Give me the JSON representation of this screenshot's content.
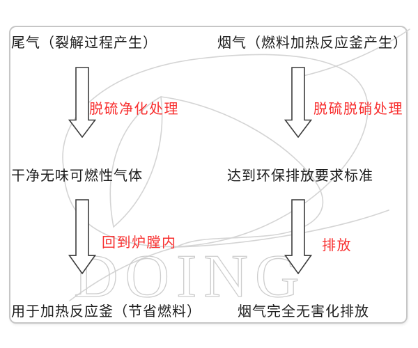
{
  "diagram": {
    "watermark_text": "DOING",
    "colors": {
      "node_text": "#1c1c1c",
      "process_label": "#f82f2f",
      "border": "#c6c6c6",
      "watermark": "#d4d4d4",
      "arrow_outline": "#3c3c3c"
    },
    "columns": {
      "left": {
        "source": "尾气（裂解过程产生）",
        "process1": "脱硫净化处理",
        "intermediate": "干净无味可燃性气体",
        "process2": "回到炉膛内",
        "result": "用于加热反应釜（节省燃料）"
      },
      "right": {
        "source": "烟气（燃料加热反应釜产生）",
        "process1": "脱硫脱硝处理",
        "intermediate": "达到环保排放要求标准",
        "process2": "排放",
        "result": "烟气完全无害化排放"
      }
    }
  }
}
